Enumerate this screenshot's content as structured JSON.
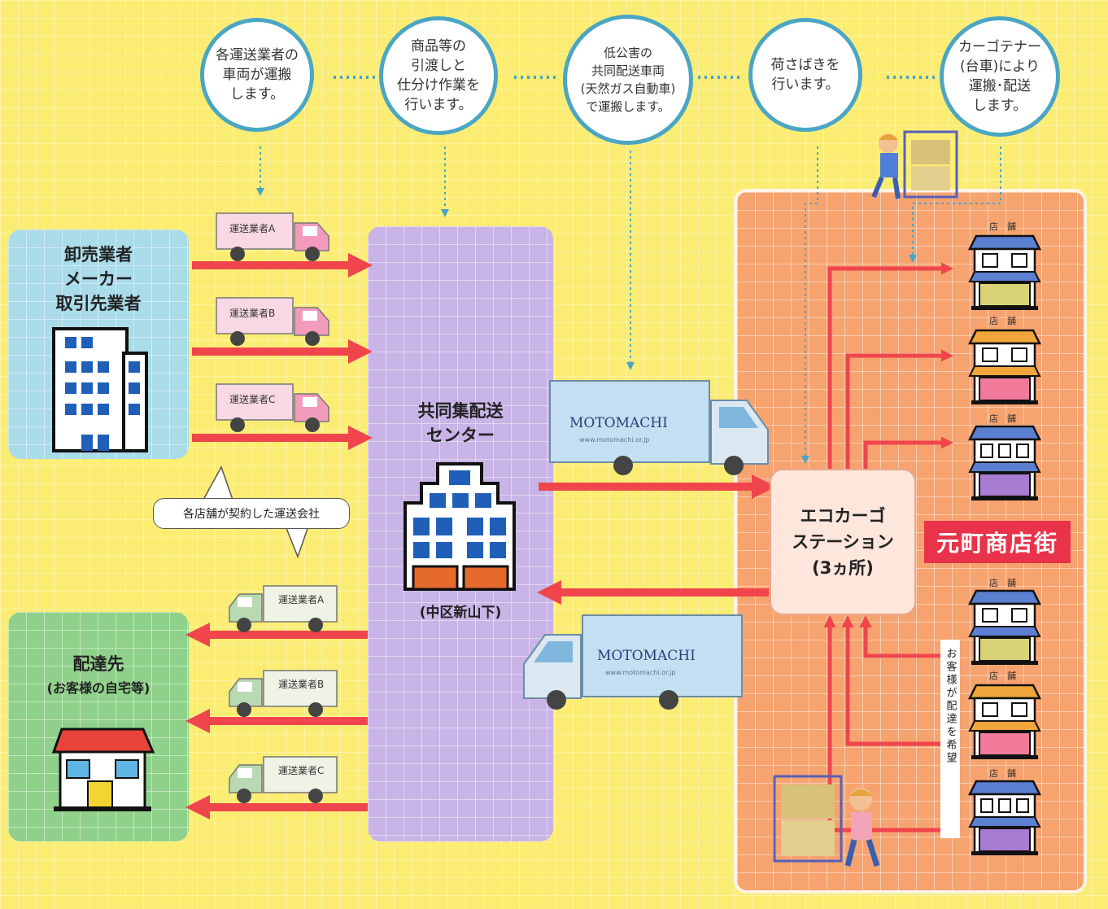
{
  "bubbles": [
    {
      "id": "b1",
      "text": "各運送業者の\n車両が運搬\nします。"
    },
    {
      "id": "b2",
      "text": "商品等の\n引渡しと\n仕分け作業を\n行います。"
    },
    {
      "id": "b3",
      "text": "低公害の\n共同配送車両\n(天然ガス自動車)\nで運搬します。"
    },
    {
      "id": "b4",
      "text": "荷さばきを\n行います。"
    },
    {
      "id": "b5",
      "text": "カーゴテナー\n(台車)により\n運搬･配送\nします。"
    }
  ],
  "suppliers": {
    "title": "卸売業者\nメーカー\n取引先業者"
  },
  "destination": {
    "title": "配達先",
    "subtitle": "(お客様の自宅等)"
  },
  "center": {
    "title": "共同集配送\nセンター",
    "location": "(中区新山下)"
  },
  "eco_station": {
    "title": "エコカーゴ\nステーション\n(3ヵ所)"
  },
  "district": {
    "label": "元町商店街"
  },
  "callout": {
    "text": "各店舗が契約した運送会社"
  },
  "inbound_trucks": [
    "運送業者A",
    "運送業者B",
    "運送業者C"
  ],
  "outbound_trucks": [
    "運送業者A",
    "運送業者B",
    "運送業者C"
  ],
  "big_truck": {
    "brand": "MOTOMACHI",
    "url": "www.motomachi.or.jp"
  },
  "store_label": "店　舗",
  "vertical_note": "お客様が配達を希望",
  "colors": {
    "bg": "#fbec73",
    "bubble_border": "#4aa6c4",
    "arrow": "#f0454c",
    "district_red": "#e8334a",
    "suppliers_panel": "#a9dbe9",
    "dest_panel": "#8fd18a",
    "center_panel": "#c8b4e6",
    "district_panel": "#f6a36f"
  }
}
